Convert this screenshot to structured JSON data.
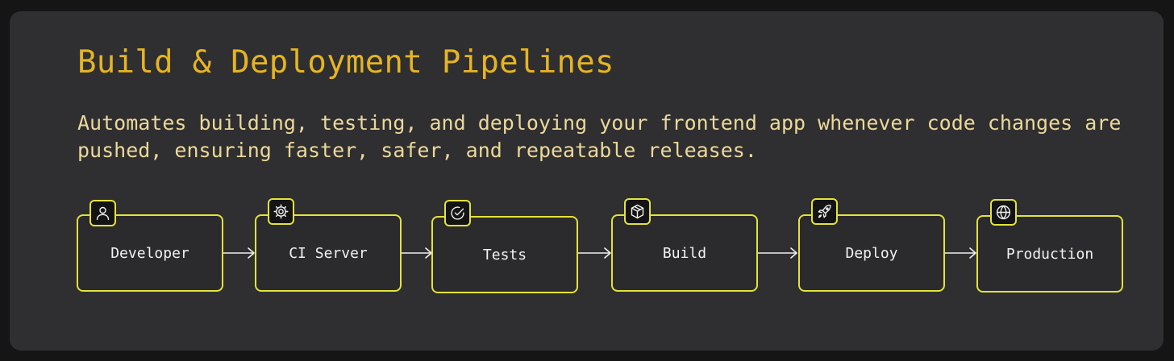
{
  "title": "Build & Deployment Pipelines",
  "description": "Automates building, testing, and deploying your frontend app whenever code changes are pushed, ensuring faster, safer, and repeatable releases.",
  "accent_color": "#e6b422",
  "box_color": "#e3e33a",
  "steps": [
    {
      "label": "Developer",
      "icon": "user-icon"
    },
    {
      "label": "CI Server",
      "icon": "gear-icon"
    },
    {
      "label": "Tests",
      "icon": "check-circle-icon"
    },
    {
      "label": "Build",
      "icon": "package-icon"
    },
    {
      "label": "Deploy",
      "icon": "rocket-icon"
    },
    {
      "label": "Production",
      "icon": "globe-icon"
    }
  ]
}
